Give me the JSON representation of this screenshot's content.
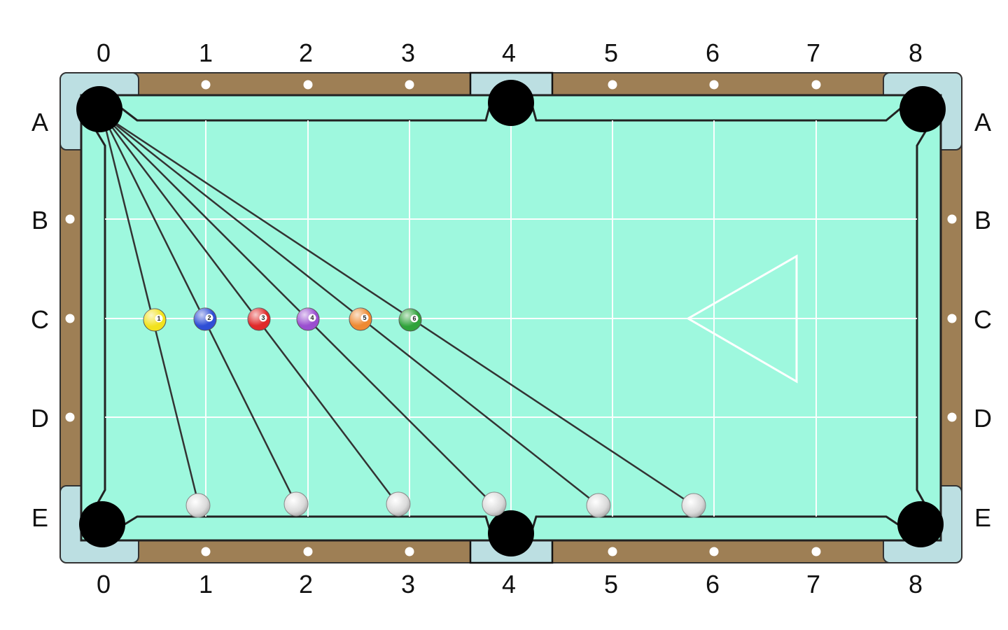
{
  "columns": [
    "0",
    "1",
    "2",
    "3",
    "4",
    "5",
    "6",
    "7",
    "8"
  ],
  "rows": [
    "A",
    "B",
    "C",
    "D",
    "E"
  ],
  "object_balls": [
    {
      "number": "1",
      "color": "#f2e21e"
    },
    {
      "number": "2",
      "color": "#2f4ed6"
    },
    {
      "number": "3",
      "color": "#e02a2a"
    },
    {
      "number": "4",
      "color": "#9a4fd0"
    },
    {
      "number": "5",
      "color": "#ee8a32"
    },
    {
      "number": "6",
      "color": "#2fa33a"
    }
  ],
  "colors": {
    "felt": "#9ef8de",
    "rail_wood": "#9e7f55",
    "pocket_liner": "#bcdfe2",
    "pocket": "#000000",
    "diamond": "#ffffff",
    "cue_ball": "#e6e6e6",
    "line": "#333333"
  }
}
